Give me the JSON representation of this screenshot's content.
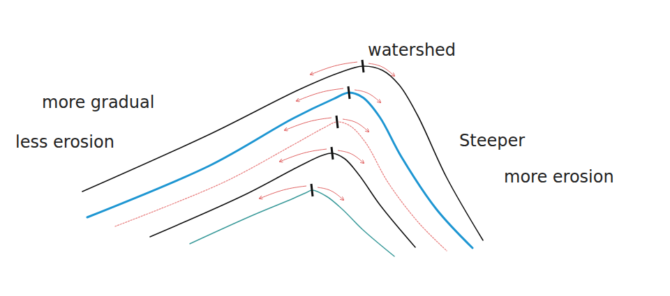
{
  "diagram": {
    "labels": [
      "watershed",
      "more gradual",
      "less erosion",
      "Steeper",
      "more erosion"
    ]
  }
}
